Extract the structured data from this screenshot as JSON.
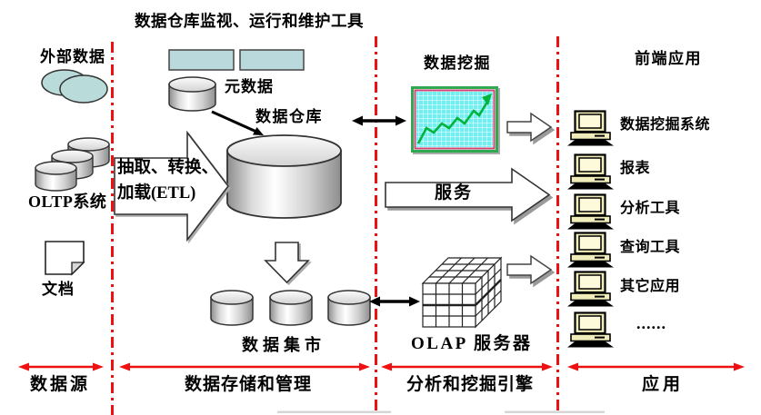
{
  "title": "数据仓库监视、运行和维护工具",
  "zones": {
    "source": {
      "external_data": "外部数据",
      "oltp_system": "OLTP系统",
      "document": "文档"
    },
    "storage": {
      "metadata": "元数据",
      "warehouse": "数据仓库",
      "etl": [
        "抽取、转换、",
        "加载(ETL)"
      ],
      "data_marts": "数据集市"
    },
    "engine": {
      "data_mining": "数据挖掘",
      "service": "服务",
      "olap_server": "OLAP 服务器"
    },
    "frontend": {
      "title": "前端应用",
      "apps": [
        "数据挖掘系统",
        "报表",
        "分析工具",
        "查询工具",
        "其它应用",
        "......"
      ]
    }
  },
  "sections": [
    {
      "label": "数据源"
    },
    {
      "label": "数据存储和管理"
    },
    {
      "label": "分析和挖掘引擎"
    },
    {
      "label": "应用"
    }
  ],
  "icons": {
    "database": "cylinder-icon",
    "computer": "computer-terminal-icon",
    "document": "document-page-icon",
    "olap": "3d-cube-grid-icon",
    "mining": "line-chart-icon"
  },
  "colors": {
    "divider_red": "#ee1111",
    "tool_box_cyan": "#b9d9dd",
    "external_ellipse_cyan": "#b9dcdb",
    "mining_chart_bg": "#70eef2",
    "mining_border_outer_green": "#2faa50",
    "mining_border_inner_red": "#cc4477",
    "mining_line_green": "#00b43c",
    "computer_beige": "#f0edbb"
  }
}
